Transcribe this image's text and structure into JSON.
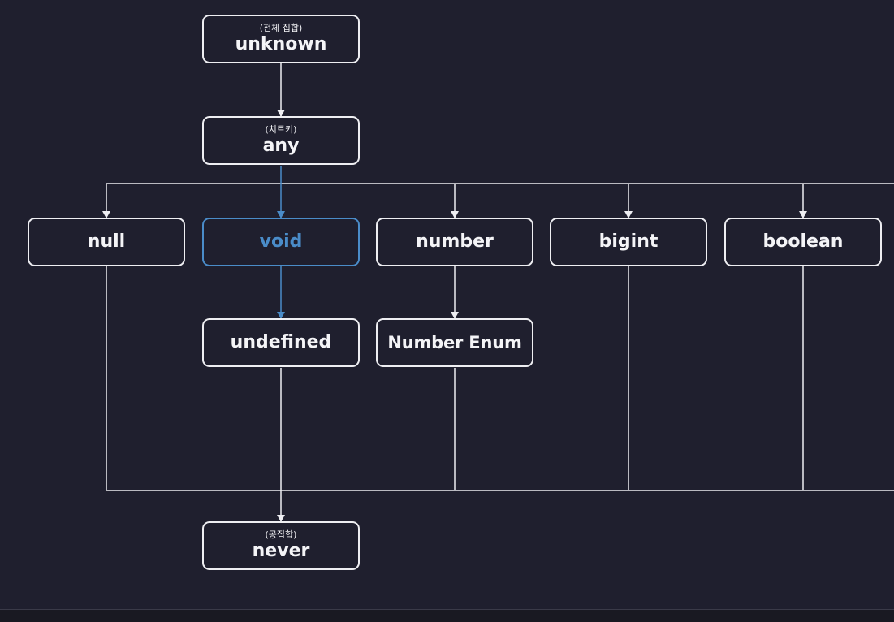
{
  "colors": {
    "background": "#1f1f2e",
    "node_border": "#eeeef2",
    "node_text": "#f4f4f7",
    "highlight": "#4a8cc9",
    "link": "#eeeef2"
  },
  "nodes": {
    "unknown": {
      "note": "(전체 집합)",
      "label": "unknown"
    },
    "any": {
      "note": "(치트키)",
      "label": "any"
    },
    "null": {
      "label": "null"
    },
    "void": {
      "label": "void"
    },
    "number": {
      "label": "number"
    },
    "bigint": {
      "label": "bigint"
    },
    "boolean": {
      "label": "boolean"
    },
    "undefined": {
      "label": "undefined"
    },
    "number_enum": {
      "label": "Number Enum"
    },
    "never": {
      "note": "(공집합)",
      "label": "never"
    }
  }
}
